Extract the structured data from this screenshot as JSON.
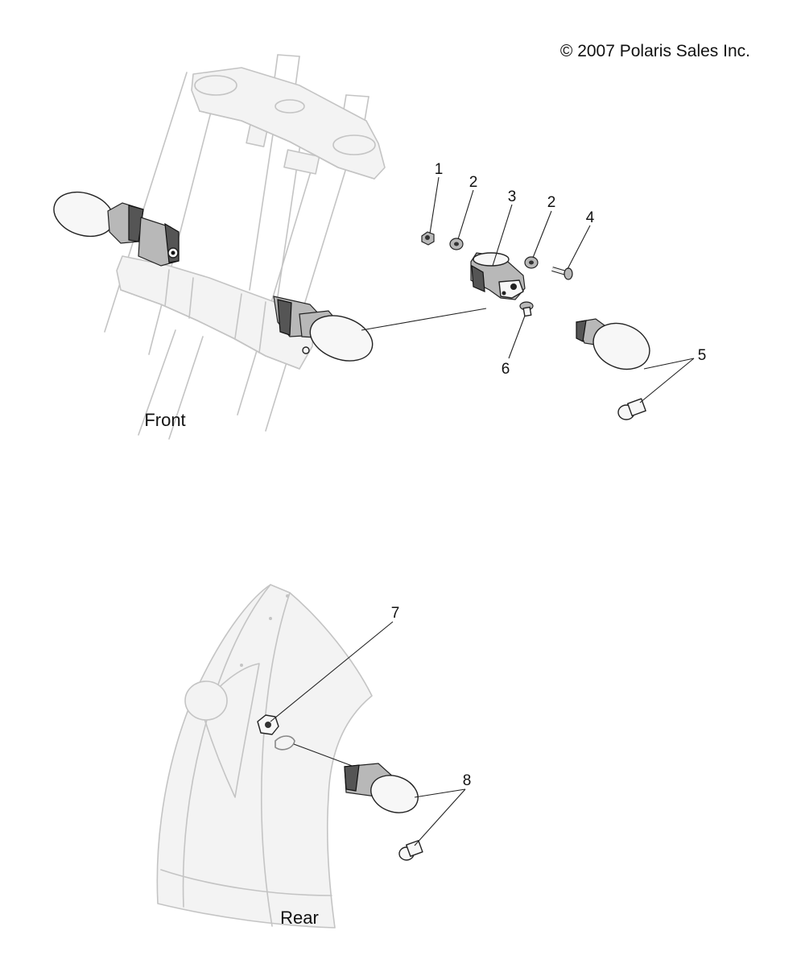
{
  "copyright": "© 2007 Polaris Sales Inc.",
  "views": {
    "front": {
      "label": "Front"
    },
    "rear": {
      "label": "Rear"
    }
  },
  "callouts": [
    "1",
    "2",
    "3",
    "2",
    "4",
    "5",
    "6",
    "7",
    "8"
  ],
  "colors": {
    "line": "#222222",
    "ghost": "#c4c4c4",
    "background": "#ffffff"
  }
}
